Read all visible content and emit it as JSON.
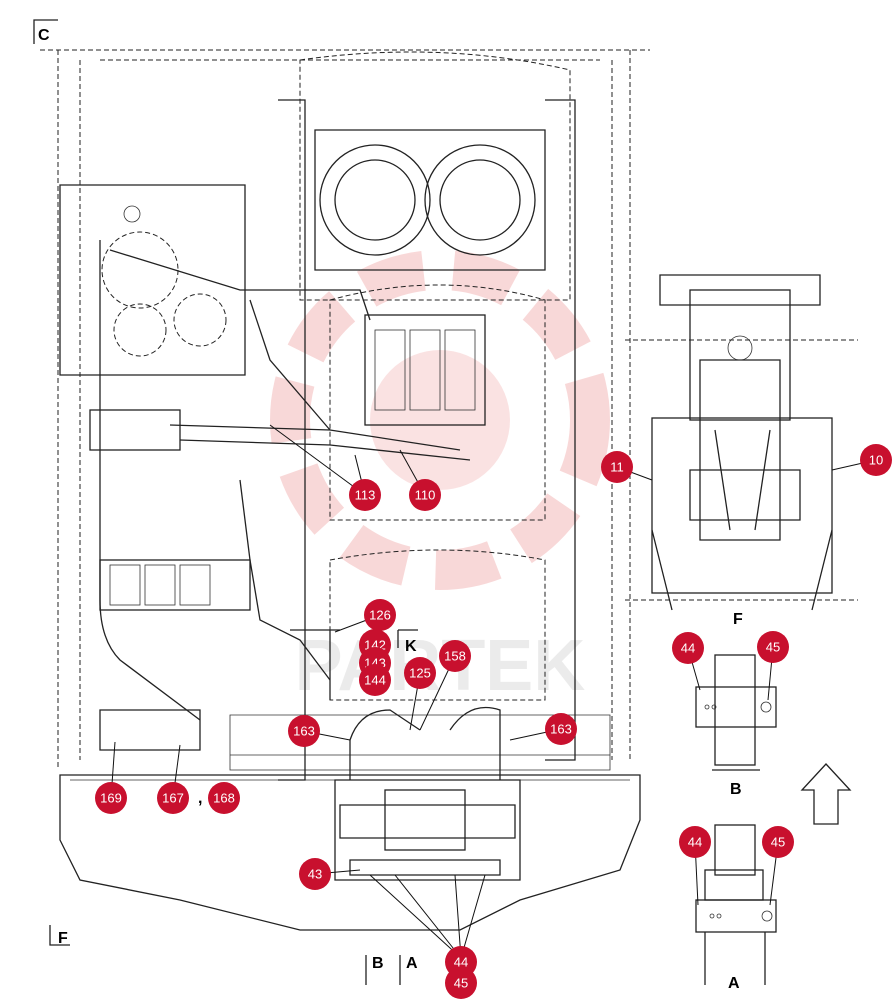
{
  "views": {
    "section_c": "C",
    "section_f_left": "F",
    "detail_f": "F",
    "detail_b": "B",
    "detail_a": "A",
    "arrow_k": "K",
    "arrow_b": "B",
    "arrow_a": "A",
    "separator": ","
  },
  "callouts": [
    "113",
    "110",
    "126",
    "142",
    "143",
    "144",
    "125",
    "158",
    "163",
    "163",
    "169",
    "167",
    "168",
    "43",
    "44",
    "45",
    "11",
    "10",
    "44",
    "45",
    "44",
    "45"
  ],
  "watermark": "PARTEK",
  "colors": {
    "callout": "#c8102e",
    "watermark": "#f4b9b9",
    "line": "#222222"
  }
}
